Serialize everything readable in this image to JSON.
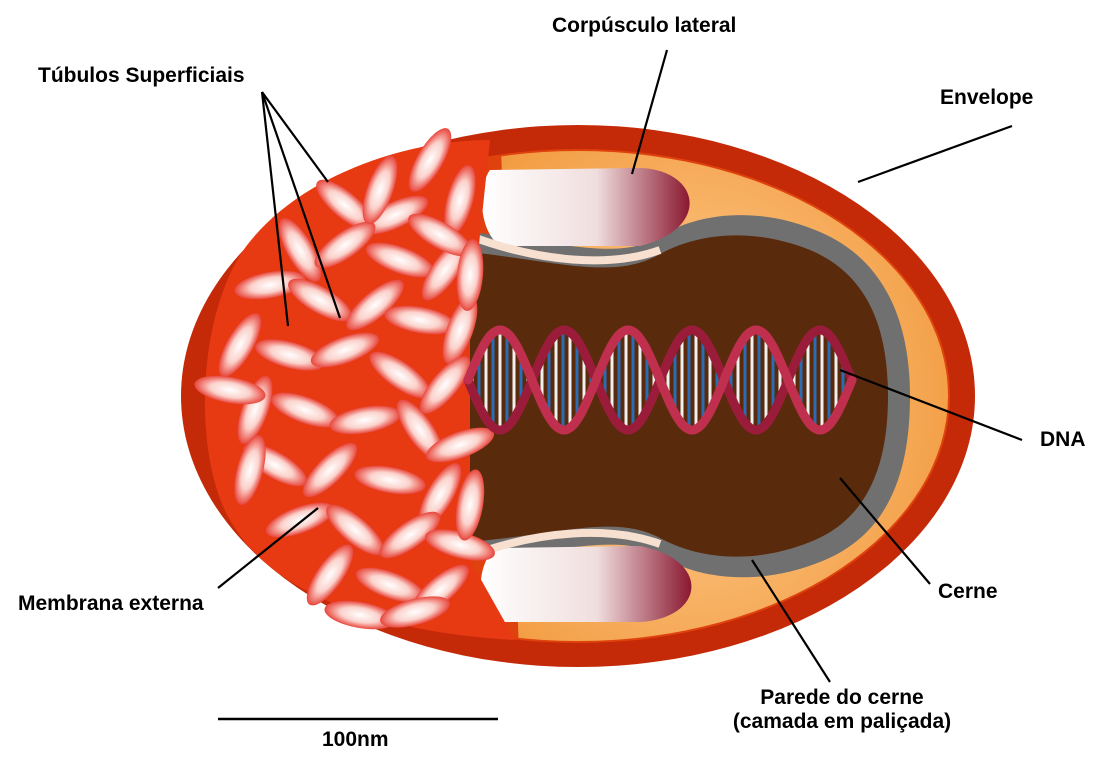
{
  "labels": {
    "corpusculo": "Corpúsculo lateral",
    "tubulos": "Túbulos Superficiais",
    "envelope": "Envelope",
    "dna": "DNA",
    "cerne": "Cerne",
    "membrana": "Membrana externa",
    "parede_line1": "Parede do cerne",
    "parede_line2": "(camada em paliçada)",
    "scale": "100nm"
  },
  "colors": {
    "envelope_outer": "#c42a08",
    "envelope_inner": "#e85a1c",
    "wall_layer": "#f4a24a",
    "core_fill": "#5a2a0c",
    "palisade": "#707070",
    "tubule": "#e8463c",
    "dna_backbone": "#9b1c3a",
    "dna_bases": "#2a6db4"
  }
}
